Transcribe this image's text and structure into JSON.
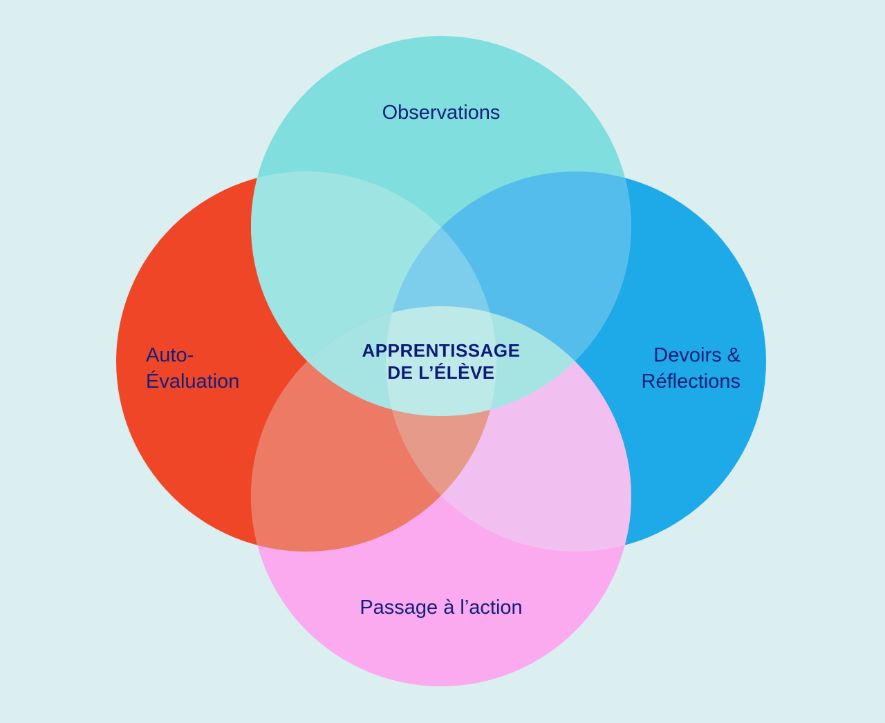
{
  "diagram": {
    "title": "Venn diagram of student learning",
    "center_label": [
      "APPRENTISSAGE",
      "DE L’ÉLÈVE"
    ],
    "circles": {
      "top": {
        "label": [
          "Observations"
        ],
        "color": "#80dede"
      },
      "left": {
        "label": [
          "Auto-",
          "Évaluation"
        ],
        "color": "#f04628"
      },
      "right": {
        "label": [
          "Devoirs &",
          "Réflections"
        ],
        "color": "#1ea9e8"
      },
      "bottom": {
        "label": [
          "Passage à l’action"
        ],
        "color": "#fbaaf0"
      }
    },
    "overlap_colors": {
      "top_left": "#9ee4e2",
      "top_right": "#55bdec",
      "bottom_left": "#ec7a64",
      "bottom_right": "#f2c0f0",
      "top_left_right": "#7dcdec",
      "bottom_left_right": "#e69a8a",
      "top_bottom": "#a6e4e4",
      "all": "#bde9e8"
    }
  }
}
